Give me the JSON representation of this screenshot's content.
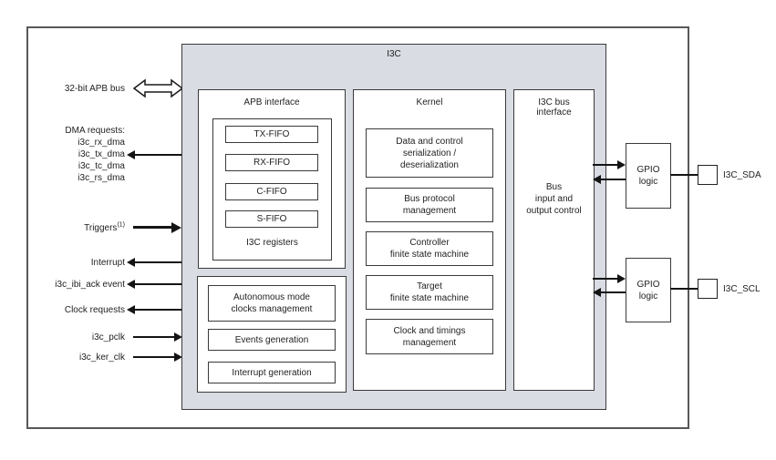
{
  "diagram": {
    "title": "I3C",
    "apb": {
      "title": "APB interface",
      "fifos": [
        "TX-FIFO",
        "RX-FIFO",
        "C-FIFO",
        "S-FIFO"
      ],
      "registers_label": "I3C registers"
    },
    "clocks_block": {
      "items": [
        "Autonomous mode\nclocks management",
        "Events generation",
        "Interrupt generation"
      ]
    },
    "kernel": {
      "title": "Kernel",
      "items": [
        "Data and control\nserialization /\ndeserialization",
        "Bus protocol\nmanagement",
        "Controller\nfinite state machine",
        "Target\nfinite state machine",
        "Clock and timings\nmanagement"
      ]
    },
    "bus_interface": {
      "title": "I3C bus\ninterface",
      "body": "Bus\ninput and\noutput control"
    }
  },
  "left_signals": {
    "apb_bus": "32-bit APB bus",
    "dma_header": "DMA requests:",
    "dma_signals": [
      "i3c_rx_dma",
      "i3c_tx_dma",
      "i3c_tc_dma",
      "i3c_rs_dma"
    ],
    "triggers": "Triggers",
    "triggers_sup": "(1)",
    "interrupt": "Interrupt",
    "ibi_ack": "i3c_ibi_ack event",
    "clock_requests": "Clock requests",
    "pclk": "i3c_pclk",
    "ker_clk": "i3c_ker_clk"
  },
  "right_side": {
    "gpio1": "GPIO\nlogic",
    "gpio2": "GPIO\nlogic",
    "pad_sda": "I3C_SDA",
    "pad_scl": "I3C_SCL"
  },
  "colors": {
    "block_fill": "#d9dce2",
    "box_border": "#3a3a3a",
    "frame_border": "#585858",
    "arrow": "#141414"
  }
}
